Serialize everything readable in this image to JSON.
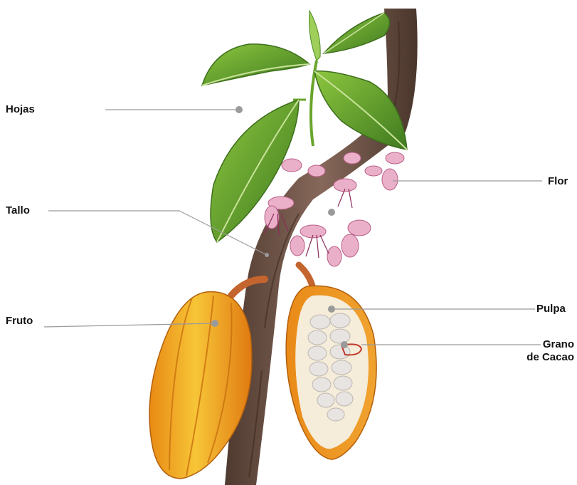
{
  "diagram": {
    "labels": {
      "hojas": "Hojas",
      "tallo": "Tallo",
      "fruto": "Fruto",
      "flor": "Flor",
      "pulpa": "Pulpa",
      "grano_line1": "Grano",
      "grano_line2": "de Cacao"
    }
  },
  "colors": {
    "leader_line": "#9a9a9a",
    "marker_dot": "#9a9a9a",
    "bean_outline": "#c0392b",
    "pod_yellow": "#f2b21e",
    "pod_orange": "#e07c14",
    "stem_brown": "#6f5446",
    "leaf_green": "#5f9e2a",
    "flower_pink": "#e9a9c6",
    "pulp_white": "#f1ede6"
  }
}
